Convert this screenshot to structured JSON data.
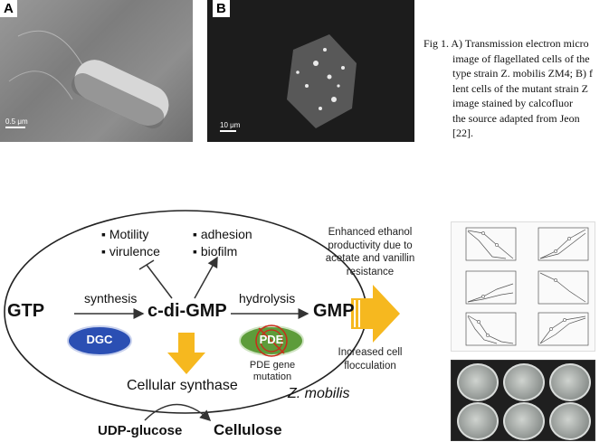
{
  "figure_a": {
    "label": "A",
    "scale": "0.5 μm"
  },
  "figure_b": {
    "label": "B",
    "scale": "10 μm"
  },
  "caption_lines": [
    "Fig 1. A) Transmission electron micro",
    "image of flagellated cells of the",
    "type strain Z. mobilis ZM4; B) f",
    "lent cells of the mutant strain Z",
    "image stained by calcofluor",
    "the source adapted from Jeon",
    "[22]."
  ],
  "diagram": {
    "center": "c-di-GMP",
    "left": "GTP",
    "right": "GMP",
    "synthesis": "synthesis",
    "hydrolysis": "hydrolysis",
    "inhibit_1": "▪ Motility",
    "inhibit_2": "▪ virulence",
    "promote_1": "▪ adhesion",
    "promote_2": "▪ biofilm",
    "dgc": "DGC",
    "pde": "PDE",
    "pde_note_1": "PDE gene",
    "pde_note_2": "mutation",
    "cellular": "Cellular synthase",
    "organism": "Z. mobilis",
    "udp": "UDP-glucose",
    "cellulose": "Cellulose",
    "right_note_1": [
      "Enhanced ethanol",
      "productivity due to",
      "acetate and vanillin",
      "resistance"
    ],
    "right_note_2": [
      "Increased cell",
      "flocculation"
    ]
  }
}
